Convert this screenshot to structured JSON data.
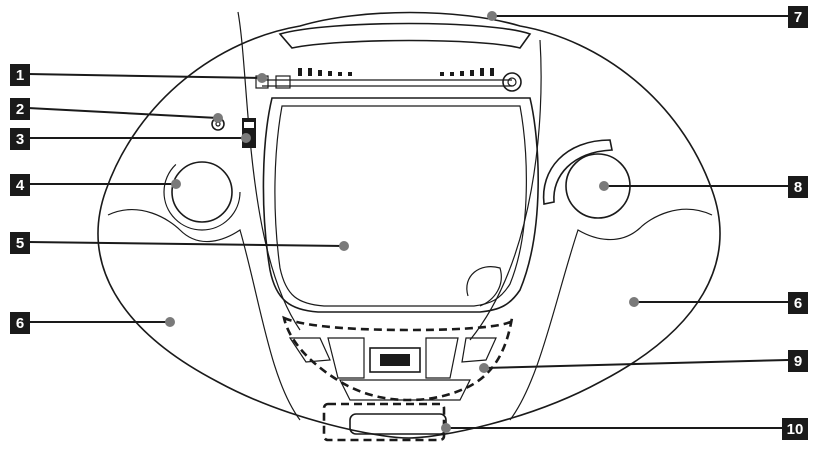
{
  "callouts": {
    "c1": "1",
    "c2": "2",
    "c3": "3",
    "c4": "4",
    "c5": "5",
    "c6_left": "6",
    "c6_right": "6",
    "c7": "7",
    "c8": "8",
    "c9": "9",
    "c10": "10"
  },
  "colors": {
    "ink": "#1a1a1a",
    "marker": "#7a7a7a",
    "background": "#ffffff"
  }
}
